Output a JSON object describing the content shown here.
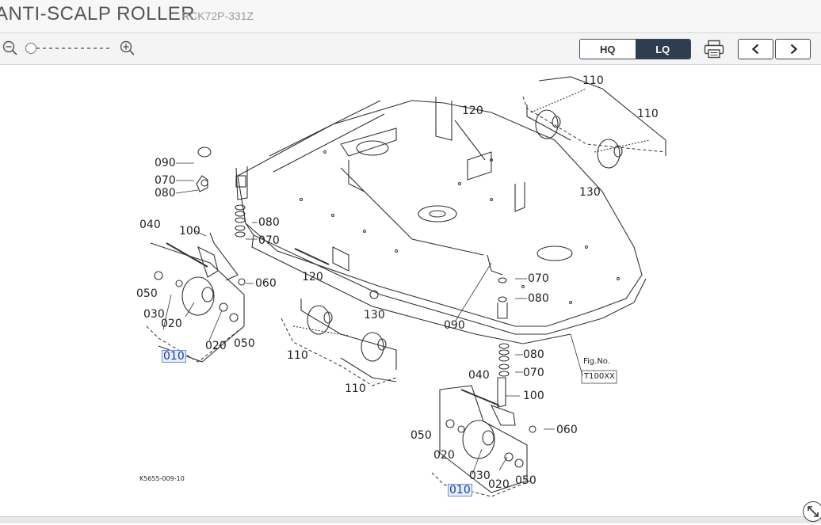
{
  "header": {
    "title": "ANTI-SCALP ROLLER",
    "part_code": "RCK72P-331Z"
  },
  "toolbar": {
    "zoom_out_icon": "zoom-out-icon",
    "zoom_in_icon": "zoom-in-icon",
    "zoom_level": 0,
    "quality_hq": "HQ",
    "quality_lq": "LQ",
    "quality_selected": "LQ",
    "print_icon": "printer-icon",
    "prev_icon": "chevron-left-icon",
    "next_icon": "chevron-right-icon"
  },
  "diagram": {
    "labels": {
      "l110a": "110",
      "l110b": "110",
      "l120a": "120",
      "l130a": "130",
      "l090a": "090",
      "l070a": "070",
      "l080a": "080",
      "l080b": "080",
      "l070b": "070",
      "l040a": "040",
      "l100a": "100",
      "l060a": "060",
      "l050a": "050",
      "l030a": "030",
      "l020a": "020",
      "l020b": "020",
      "l050b": "050",
      "l010a": "010",
      "l120b": "120",
      "l130b": "130",
      "l110c": "110",
      "l110d": "110",
      "l070c": "070",
      "l080c": "080",
      "l090b": "090",
      "l080d": "080",
      "l070d": "070",
      "l040b": "040",
      "l100b": "100",
      "l060b": "060",
      "l050c": "050",
      "l020c": "020",
      "l030b": "030",
      "l020d": "020",
      "l050d": "050",
      "l010b": "010"
    },
    "fig_no_label": "Fig.No.",
    "fig_no_value": "T100XX",
    "drawing_code": "K5655-009-10"
  },
  "colors": {
    "accent": "#2e3d4f",
    "selection": "#6b8fd6"
  }
}
